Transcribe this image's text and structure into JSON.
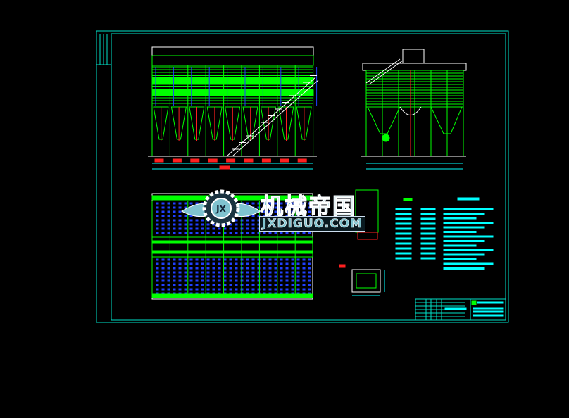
{
  "watermark": {
    "chinese": "机械帝国",
    "domain": "JXDIGUO.COM",
    "emblem": "JX"
  },
  "colors": {
    "background": "#000000",
    "frame": "#00e0c8",
    "structure": "#00ff00",
    "dimension": "#00ffff",
    "center_line": "#ff2020",
    "stair": "#ffffff",
    "bolt": "#2040ff"
  }
}
